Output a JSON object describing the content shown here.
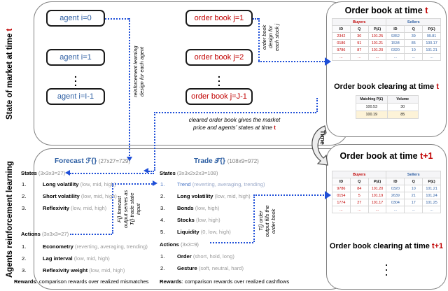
{
  "side_labels": {
    "top": "State of market at time ",
    "top_accent": "t",
    "bottom": "Agents reinforcement learning"
  },
  "agents": {
    "items": [
      {
        "label": "agent i=0"
      },
      {
        "label": "agent i=1"
      },
      {
        "label": "agent i=I-1"
      }
    ],
    "ellipsis": "⋮"
  },
  "order_books": {
    "items": [
      {
        "label": "order book j=1"
      },
      {
        "label": "order book j=2"
      },
      {
        "label": "order book j=J-1"
      }
    ]
  },
  "annotations": {
    "rl_design": "reinforcement learning\ndesign for each agent",
    "rl_design_line1": "reinforcement learning",
    "rl_design_line2": "design for each agent",
    "ob_design_line1": "order book",
    "ob_design_line2": "design for",
    "ob_design_line3": "each stock j",
    "cleared_line1": "cleared order book gives the market",
    "cleared_line2": "price and agents’ states at time ",
    "cleared_accent": "t",
    "forecast_serves_line1": "F{} forecast",
    "forecast_serves_line2": "output serves as",
    "forecast_serves_line3": "T{} trade state",
    "forecast_serves_line4": "input",
    "trade_fills_line1": "T{} order",
    "trade_fills_line2": "output fills the",
    "trade_fills_line3": "order book",
    "time": "Time"
  },
  "orderbook_t": {
    "title": "Order book at time ",
    "title_accent": "t",
    "group_headers": [
      "Buyers",
      "Sellers"
    ],
    "columns": [
      "ID",
      "Q",
      "P(£)",
      "ID",
      "Q",
      "P(£)"
    ],
    "rows": [
      [
        "2342",
        "30",
        "101.25",
        "9352",
        "39",
        "99.81"
      ],
      [
        "0186",
        "91",
        "101.21",
        "1534",
        "85",
        "100.17"
      ],
      [
        "9786",
        "87",
        "101.20",
        "0320",
        "10",
        "101.21"
      ],
      [
        "...",
        "...",
        "...",
        "...",
        "...",
        "..."
      ]
    ]
  },
  "clearing_t": {
    "title": "Order book clearing at time ",
    "title_accent": "t",
    "columns": [
      "Matching P(£)",
      "Volume"
    ],
    "rows": [
      {
        "cells": [
          "100.53",
          "30"
        ],
        "highlight": false
      },
      {
        "cells": [
          "100.19",
          "85"
        ],
        "highlight": true
      }
    ]
  },
  "orderbook_t1": {
    "title": "Order book at time ",
    "title_accent": "t+1",
    "group_headers": [
      "Buyers",
      "Sellers"
    ],
    "columns": [
      "ID",
      "Q",
      "P(£)",
      "ID",
      "Q",
      "P(£)"
    ],
    "rows": [
      [
        "9786",
        "84",
        "101.20",
        "0320",
        "10",
        "101.21"
      ],
      [
        "0154",
        "5",
        "101.19",
        "2639",
        "21",
        "101.24"
      ],
      [
        "1774",
        "27",
        "101.17",
        "0304",
        "17",
        "101.25"
      ],
      [
        "...",
        "...",
        "...",
        "...",
        "...",
        "..."
      ]
    ]
  },
  "clearing_t1": {
    "title": "Order book clearing at time ",
    "title_accent": "t+1",
    "ellipsis": "⋮"
  },
  "forecast": {
    "title": "Forecast ℱ{}",
    "count": "(27x27=729)",
    "states_label": "States",
    "states_count": "(3x3x3=27)",
    "states": [
      {
        "n": "1.",
        "name": "Long volatility",
        "opts": "(low, mid, high)"
      },
      {
        "n": "2.",
        "name": "Short volatility",
        "opts": "(low, mid, high)"
      },
      {
        "n": "3.",
        "name": "Reflexivity",
        "opts": "(low, mid, high)"
      }
    ],
    "actions_label": "Actions",
    "actions_count": "(3x3x3=27)",
    "actions": [
      {
        "n": "1.",
        "name": "Econometry",
        "opts": "(reverting, averaging, trending)"
      },
      {
        "n": "2.",
        "name": "Lag interval",
        "opts": "(low, mid, high)"
      },
      {
        "n": "3.",
        "name": "Reflexivity weight",
        "opts": "(low, mid, high)"
      }
    ],
    "rewards_label": "Rewards",
    "rewards_text": ": comparison rewards over realized mismatches"
  },
  "trade": {
    "title": "Trade 𝒯{}",
    "count": "(108x9=972)",
    "states_label": "States",
    "states_count": "(3x3x2x2x3=108)",
    "states": [
      {
        "n": "1.",
        "name": "Trend",
        "opts": "(reverting, averaging, trending)",
        "accent": true
      },
      {
        "n": "2.",
        "name": "Long volatility",
        "opts": "(low, mid, high)",
        "accent": false
      },
      {
        "n": "3.",
        "name": "Bonds",
        "opts": "(low, high)",
        "accent": false
      },
      {
        "n": "4.",
        "name": "Stocks",
        "opts": "(low, high)",
        "accent": false
      },
      {
        "n": "5.",
        "name": "Liquidity",
        "opts": "(0, low, high)",
        "accent": false
      }
    ],
    "actions_label": "Actions",
    "actions_count": "(3x3=9)",
    "actions": [
      {
        "n": "1.",
        "name": "Order",
        "opts": "(short, hold, long)"
      },
      {
        "n": "2.",
        "name": "Gesture",
        "opts": "(soft, neutral, hard)"
      }
    ],
    "rewards_label": "Rewards",
    "rewards_text": ": comparison rewards over realized cashflows"
  },
  "colors": {
    "accent_blue": "#2e5fa3",
    "accent_red": "#c00000",
    "dot_blue": "#1f4fd8",
    "frame_gray": "#808080",
    "highlight": "#fdf3d8"
  }
}
